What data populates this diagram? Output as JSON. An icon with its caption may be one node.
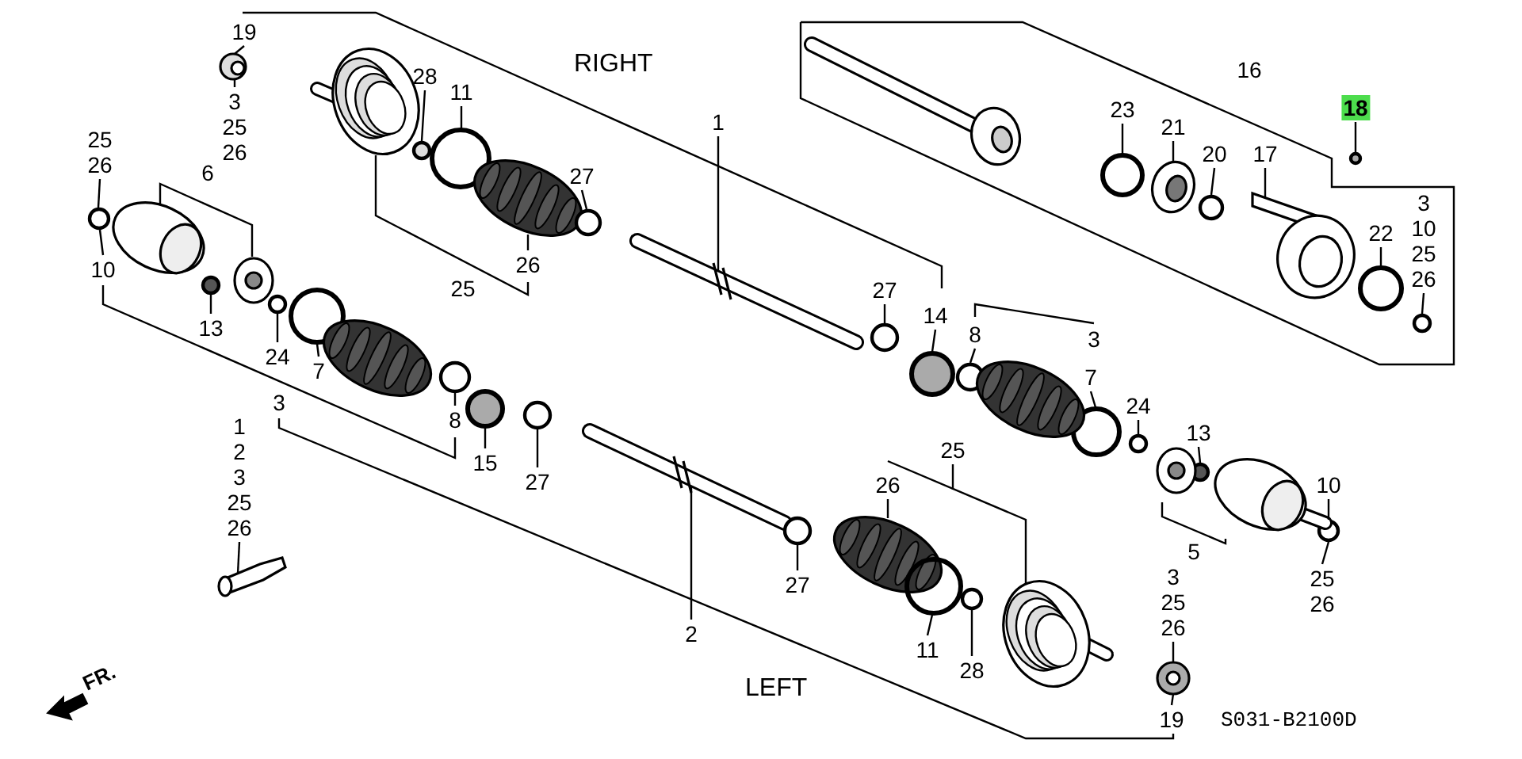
{
  "diagram": {
    "nodes": [
      {
        "text": [
          "19"
        ]
      },
      {
        "text": [
          "3",
          "25",
          "26"
        ]
      },
      {
        "text": [
          "28"
        ]
      },
      {
        "text": [
          "11"
        ]
      },
      {
        "text": [
          "25",
          "26"
        ]
      },
      {
        "text": [
          "6"
        ]
      },
      {
        "text": [
          "27"
        ]
      },
      {
        "text": [
          "1"
        ]
      },
      {
        "text": [
          "26"
        ]
      },
      {
        "text": [
          "25"
        ]
      },
      {
        "text": [
          "10"
        ]
      },
      {
        "text": [
          "16"
        ]
      },
      {
        "text": [
          "23"
        ]
      },
      {
        "text": [
          "21"
        ]
      },
      {
        "text": [
          "20"
        ]
      },
      {
        "text": [
          "17"
        ]
      },
      {
        "text": [
          "18"
        ]
      },
      {
        "text": [
          "22"
        ]
      },
      {
        "text": [
          "3",
          "10",
          "25",
          "26"
        ]
      },
      {
        "text": [
          "27"
        ]
      },
      {
        "text": [
          "14"
        ]
      },
      {
        "text": [
          "8"
        ]
      },
      {
        "text": [
          "3"
        ]
      },
      {
        "text": [
          "13"
        ]
      },
      {
        "text": [
          "24"
        ]
      },
      {
        "text": [
          "7"
        ]
      },
      {
        "text": [
          "7"
        ]
      },
      {
        "text": [
          "24"
        ]
      },
      {
        "text": [
          "13"
        ]
      },
      {
        "text": [
          "3"
        ]
      },
      {
        "text": [
          "8"
        ]
      },
      {
        "text": [
          "10"
        ]
      },
      {
        "text": [
          "1",
          "2",
          "3",
          "25",
          "26"
        ]
      },
      {
        "text": [
          "15"
        ]
      },
      {
        "text": [
          "25"
        ]
      },
      {
        "text": [
          "27"
        ]
      },
      {
        "text": [
          "26"
        ]
      },
      {
        "text": [
          "5"
        ]
      },
      {
        "text": [
          "25",
          "26"
        ]
      },
      {
        "text": [
          "27"
        ]
      },
      {
        "text": [
          "3",
          "25",
          "26"
        ]
      },
      {
        "text": [
          "2"
        ]
      },
      {
        "text": [
          "11"
        ]
      },
      {
        "text": [
          "28"
        ]
      },
      {
        "text": [
          "19"
        ]
      },
      {
        "text": [],
        "shape": "circle"
      },
      {
        "text": [],
        "shape": "circle"
      },
      {
        "text": [],
        "shape": "picture"
      },
      {
        "text": [],
        "shape": "picture"
      },
      {
        "text": [],
        "shape": "circle"
      },
      {
        "text": [],
        "shape": "circle"
      },
      {
        "text": [],
        "shape": "circle"
      },
      {
        "text": [],
        "shape": "circle"
      },
      {
        "text": [],
        "shape": "circle"
      },
      {
        "text": [],
        "shape": "circle"
      },
      {
        "text": [],
        "shape": "picture"
      },
      {
        "text": [],
        "shape": "circle"
      },
      {
        "text": [],
        "shape": "circle"
      },
      {
        "text": [],
        "shape": "picture"
      },
      {
        "text": [],
        "shape": "picture"
      },
      {
        "text": [],
        "shape": "circle"
      },
      {
        "text": [],
        "shape": "circle"
      },
      {
        "text": [],
        "shape": "picture"
      },
      {
        "text": [],
        "shape": "circle"
      },
      {
        "text": [],
        "shape": "circle"
      },
      {
        "text": [],
        "shape": "circle"
      },
      {
        "text": [],
        "shape": "circle"
      },
      {
        "text": [],
        "shape": "circle"
      },
      {
        "text": [],
        "shape": "circle"
      },
      {
        "text": [],
        "shape": "circle"
      },
      {
        "text": [],
        "shape": "picture"
      },
      {
        "text": [],
        "shape": "picture"
      },
      {
        "text": [],
        "shape": "circle"
      },
      {
        "text": [],
        "shape": "circle"
      },
      {
        "text": [],
        "shape": "picture"
      },
      {
        "text": [],
        "shape": "circle"
      },
      {
        "text": [],
        "shape": "circle"
      },
      {
        "text": [],
        "shape": "circle"
      },
      {
        "text": [],
        "shape": "circle"
      }
    ],
    "edges": [
      {
        "from": 0,
        "to": 47,
        "arrow": "none"
      },
      {
        "from": 1,
        "to": 47,
        "arrow": "none"
      },
      {
        "from": 2,
        "to": 51,
        "arrow": "none"
      },
      {
        "from": 3,
        "to": 53,
        "arrow": "none"
      },
      {
        "from": 4,
        "to": 45,
        "arrow": "none"
      },
      {
        "from": 6,
        "to": 57,
        "arrow": "none"
      },
      {
        "from": 7,
        "to": 59,
        "arrow": "none"
      },
      {
        "from": 8,
        "to": 55,
        "arrow": "none"
      },
      {
        "from": 10,
        "to": 45,
        "arrow": "none"
      },
      {
        "from": 12,
        "to": 68,
        "arrow": "none"
      },
      {
        "from": 13,
        "to": 71,
        "arrow": "none"
      },
      {
        "from": 14,
        "to": 73,
        "arrow": "none"
      },
      {
        "from": 15,
        "to": 74,
        "arrow": "none"
      },
      {
        "from": 16,
        "to": 76,
        "arrow": "none"
      },
      {
        "from": 17,
        "to": 77,
        "arrow": "none"
      },
      {
        "from": 18,
        "to": 78,
        "arrow": "none"
      },
      {
        "from": 19,
        "to": 61,
        "arrow": "none"
      },
      {
        "from": 20,
        "to": 64,
        "arrow": "none"
      },
      {
        "from": 21,
        "to": 65,
        "arrow": "none"
      },
      {
        "from": 23,
        "to": 46,
        "arrow": "none"
      },
      {
        "from": 24,
        "to": 49,
        "arrow": "none"
      },
      {
        "from": 25,
        "to": 50,
        "arrow": "none"
      },
      {
        "from": 26,
        "to": 67,
        "arrow": "none"
      },
      {
        "from": 27,
        "to": 69,
        "arrow": "none"
      },
      {
        "from": 28,
        "to": 72,
        "arrow": "none"
      },
      {
        "from": 30,
        "to": 52,
        "arrow": "none"
      },
      {
        "from": 31,
        "to": 75,
        "arrow": "none"
      },
      {
        "from": 32,
        "to": 48,
        "arrow": "none"
      },
      {
        "from": 33,
        "to": 54,
        "arrow": "none"
      },
      {
        "from": 35,
        "to": 56,
        "arrow": "none"
      },
      {
        "from": 36,
        "to": 62,
        "arrow": "none"
      },
      {
        "from": 38,
        "to": 75,
        "arrow": "none"
      },
      {
        "from": 39,
        "to": 60,
        "arrow": "none"
      },
      {
        "from": 40,
        "to": 70,
        "arrow": "none"
      },
      {
        "from": 41,
        "to": 58,
        "arrow": "none"
      },
      {
        "from": 42,
        "to": 63,
        "arrow": "none"
      },
      {
        "from": 43,
        "to": 66,
        "arrow": "none"
      },
      {
        "from": 44,
        "to": 70,
        "arrow": "none"
      }
    ],
    "labels": [
      "RIGHT",
      "FR.",
      "LEFT",
      "S031-B2100D"
    ]
  }
}
